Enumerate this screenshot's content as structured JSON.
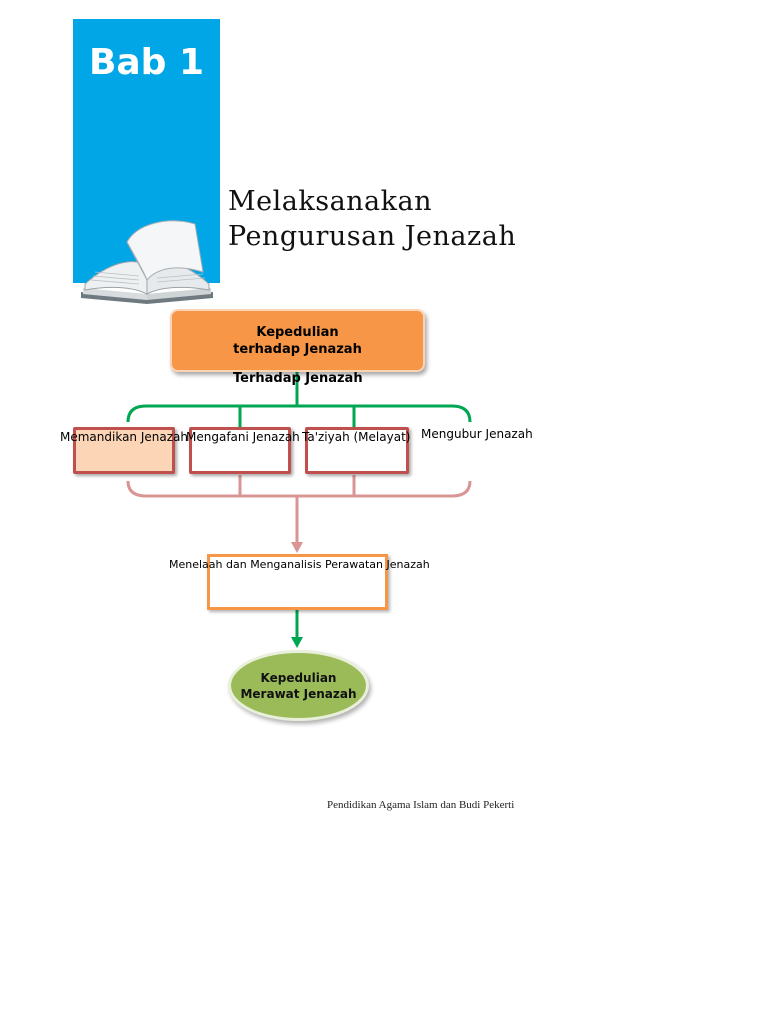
{
  "chapter": {
    "label": "Bab 1"
  },
  "title": {
    "line1": "Melaksanakan",
    "line2": "Pengurusan Jenazah"
  },
  "diagram": {
    "root": {
      "line1": "Kepedulian",
      "line2": "terhadap Jenazah",
      "sublabel": "Terhadap Jenazah"
    },
    "children": [
      {
        "label": "Memandikan Jenazah"
      },
      {
        "label": "Mengafani Jenazah"
      },
      {
        "label": "Ta'ziyah (Melayat)"
      },
      {
        "label": "Mengubur Jenazah"
      }
    ],
    "analysis": {
      "label": "Menelaah dan Menganalisis Perawatan Jenazah"
    },
    "outcome": {
      "line1": "Kepedulian",
      "line2": "Merawat Jenazah"
    }
  },
  "footer": {
    "text": "Pendidikan Agama Islam dan Budi Pekerti"
  },
  "colors": {
    "banner": "#00a6e6",
    "root": "#f79646",
    "connector_green": "#00a651",
    "connector_pink": "#d99594",
    "child_border": "#c0504d",
    "outcome": "#9bbb59"
  }
}
